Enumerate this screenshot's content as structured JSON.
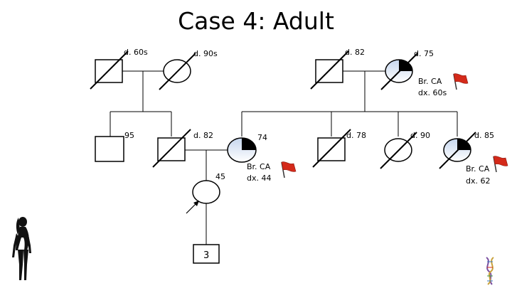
{
  "slide": {
    "title": "Case 4: Adult"
  },
  "colors": {
    "affected_fill": "#000000",
    "unaffected_fill_light": "#d6e2f3",
    "flag_red": "#d42a1a",
    "line": "#000000"
  },
  "pedigree": {
    "grandparents_paternal": {
      "grandfather": {
        "label": "d. 60s",
        "sex": "male",
        "deceased": true
      },
      "grandmother": {
        "label": "d. 90s",
        "sex": "female",
        "deceased": true
      }
    },
    "grandparents_maternal": {
      "grandfather": {
        "label": "d. 82",
        "sex": "male",
        "deceased": true
      },
      "grandmother": {
        "label": "d. 75",
        "sex": "female",
        "deceased": true,
        "affected": true,
        "dx_line1": "Br. CA",
        "dx_line2": "dx. 60s"
      }
    },
    "parent_generation": {
      "uncle": {
        "label": "95",
        "sex": "male",
        "deceased": false
      },
      "father": {
        "label": "d. 82",
        "sex": "male",
        "deceased": true
      },
      "mother": {
        "label": "74",
        "sex": "female",
        "deceased": false,
        "affected": true,
        "dx_line1": "Br. CA",
        "dx_line2": "dx. 44"
      },
      "maternal_uncle": {
        "label": "d. 78",
        "sex": "male",
        "deceased": true
      },
      "maternal_aunt_1": {
        "label": "d. 90",
        "sex": "female",
        "deceased": true
      },
      "maternal_aunt_2": {
        "label": "d. 85",
        "sex": "female",
        "deceased": true,
        "affected": true,
        "dx_line1": "Br. CA",
        "dx_line2": "dx. 62"
      }
    },
    "proband": {
      "label": "45",
      "sex": "female",
      "deceased": false
    },
    "children": {
      "label": "3",
      "sex": "male"
    }
  },
  "icons": {
    "flag": "red-flag-icon",
    "silhouette": "woman-silhouette-icon",
    "logo": "dna-logo-icon"
  }
}
